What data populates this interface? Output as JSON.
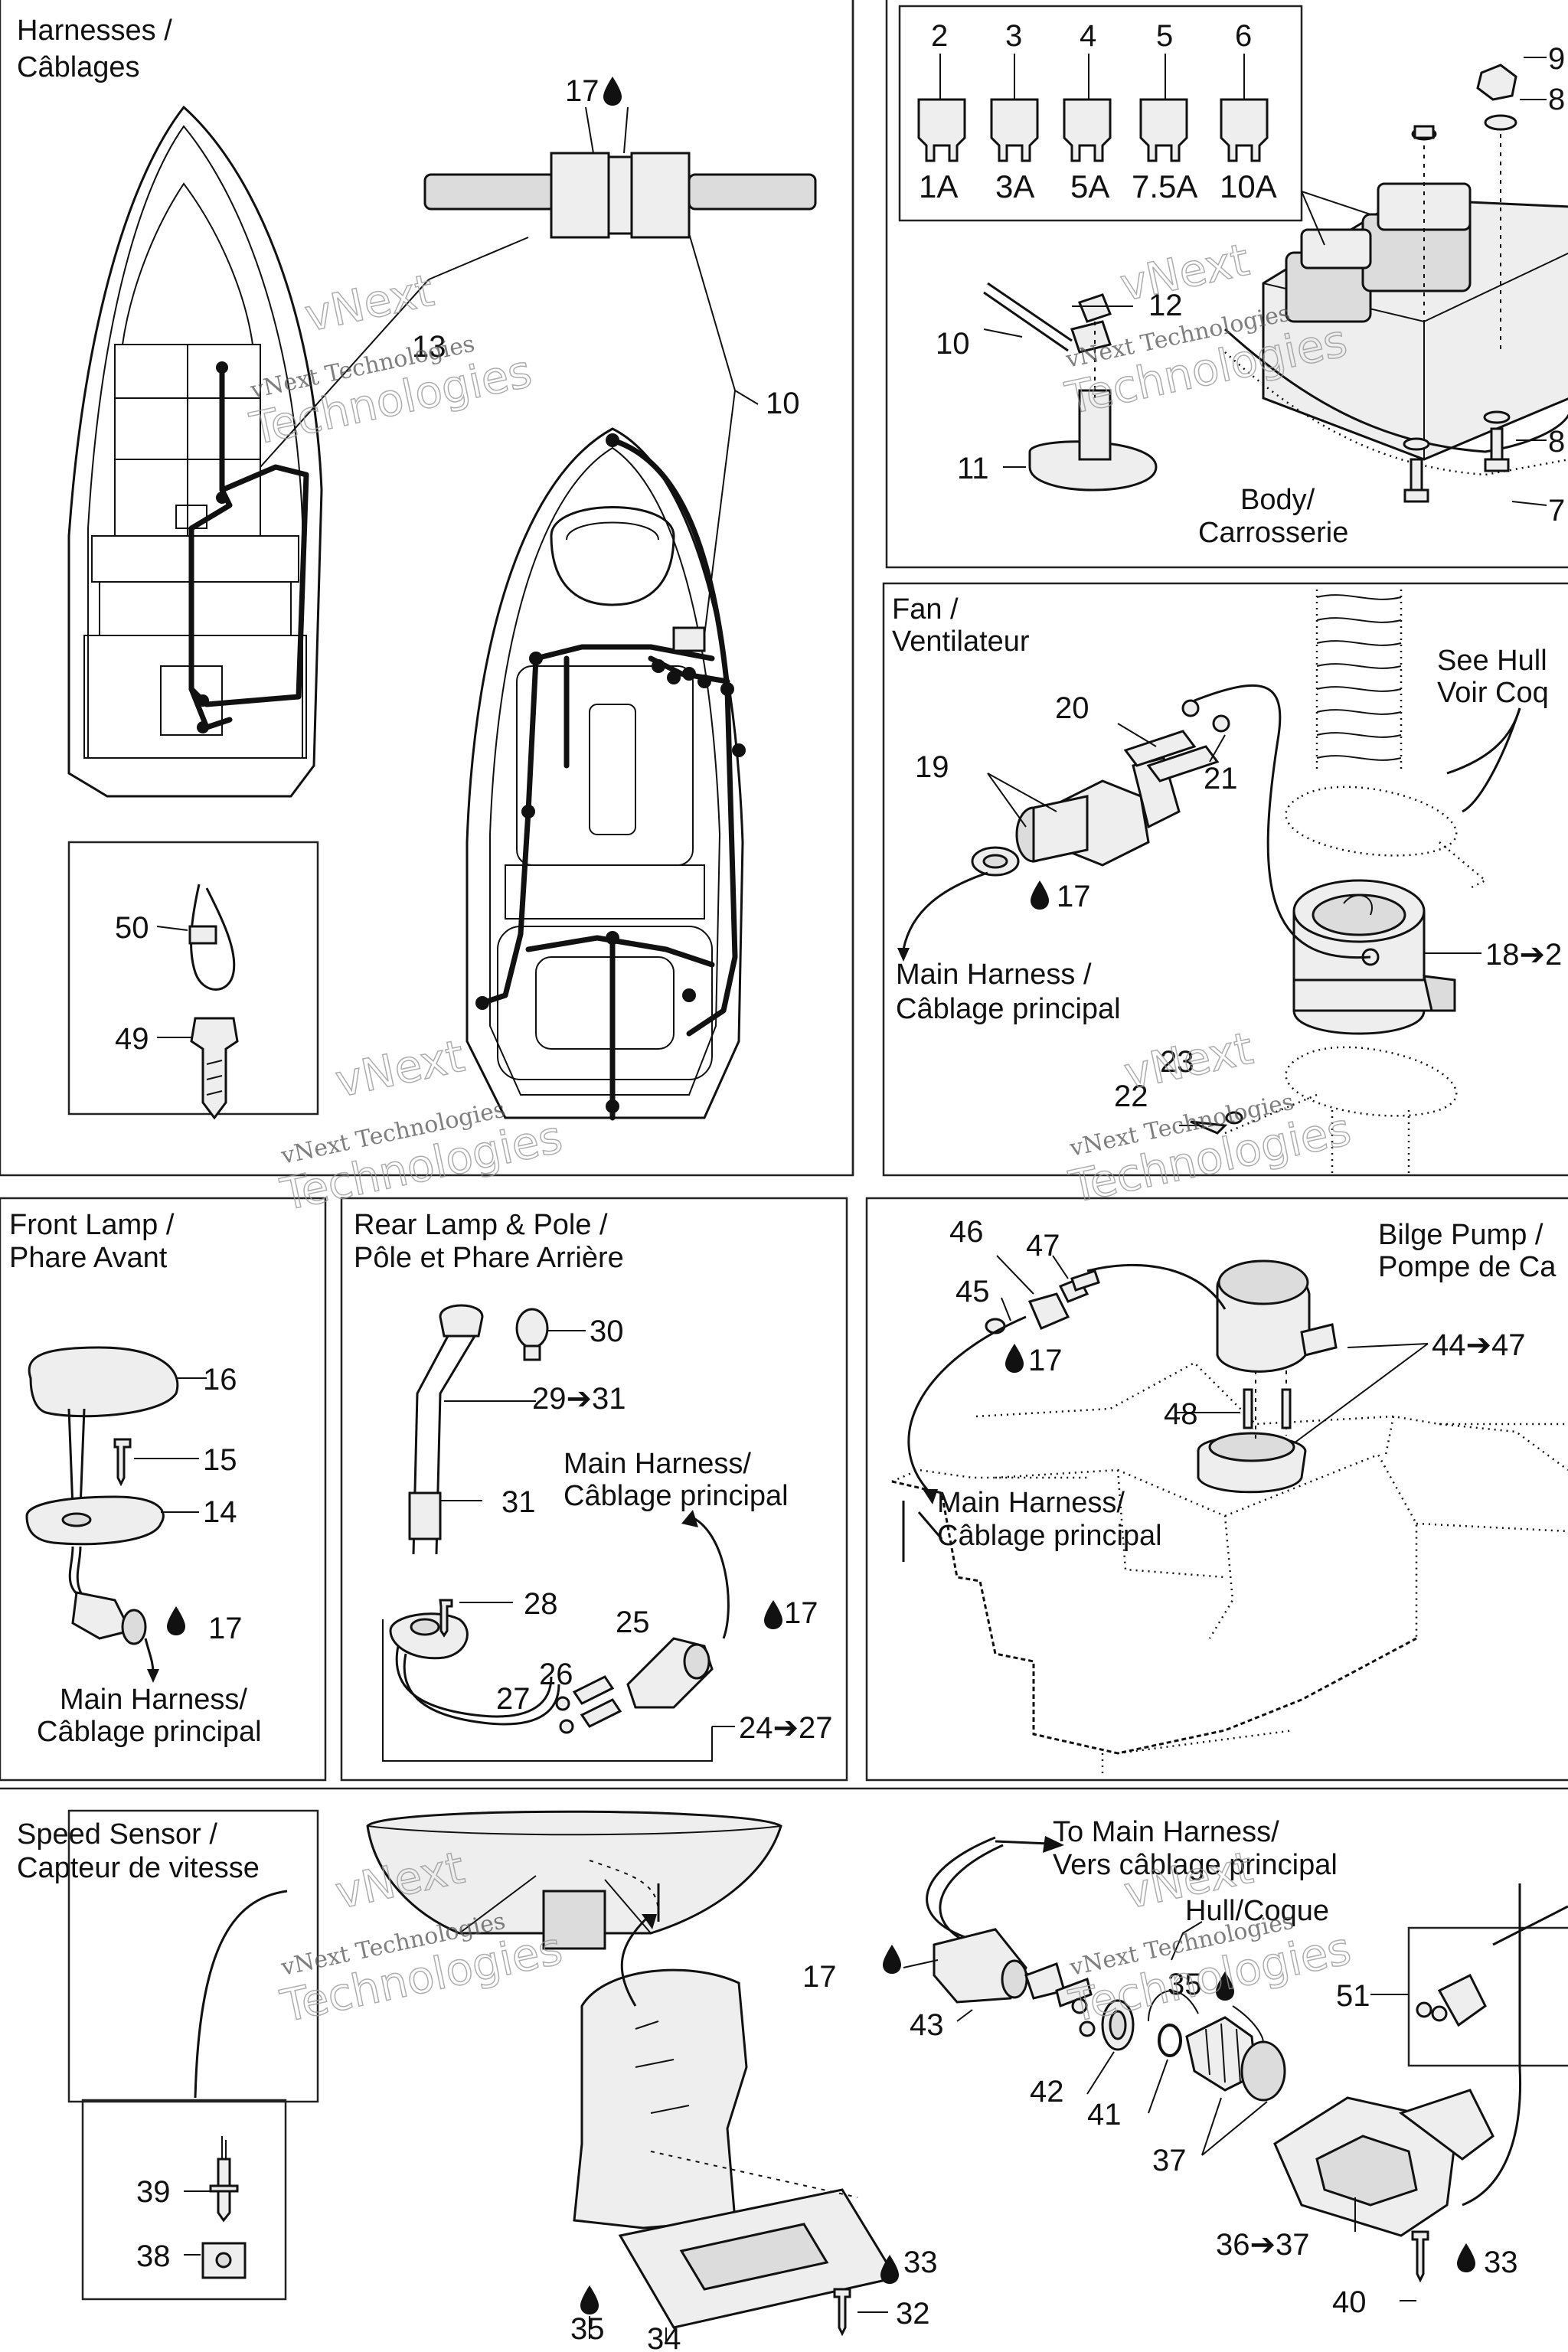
{
  "sections": {
    "harnesses": {
      "title": [
        "Harnesses /",
        "Câblages"
      ]
    },
    "fuses": {
      "ratings": [
        "1A",
        "3A",
        "5A",
        "7.5A",
        "10A"
      ],
      "body_label": [
        "Body/",
        "Carrosserie"
      ]
    },
    "fan": {
      "title": [
        "Fan /",
        "Ventilateur"
      ],
      "see_hull": [
        "See Hull",
        "Voir Coq"
      ],
      "main_harness": [
        "Main Harness /",
        "Câblage principal"
      ]
    },
    "front_lamp": {
      "title": [
        "Front Lamp /",
        "Phare Avant"
      ],
      "main_harness": [
        "Main Harness/",
        "Câblage principal"
      ]
    },
    "rear_lamp": {
      "title": [
        "Rear Lamp & Pole /",
        "Pôle et Phare Arrière"
      ],
      "main_harness": [
        "Main Harness/",
        "Câblage principal"
      ]
    },
    "bilge_pump": {
      "title": [
        "Bilge Pump /",
        "Pompe de Ca"
      ],
      "main_harness": [
        "Main Harness/",
        "Câblage principal"
      ]
    },
    "speed_sensor": {
      "title": [
        "Speed Sensor /",
        "Capteur de vitesse"
      ],
      "to_main": [
        "To Main Harness/",
        "Vers câblage principal"
      ],
      "hull": "Hull/Coque"
    }
  },
  "callouts": {
    "c17a": "17",
    "c13": "13",
    "c10a": "10",
    "c50": "50",
    "c49": "49",
    "c2": "2",
    "c3": "3",
    "c4": "4",
    "c5": "5",
    "c6": "6",
    "c9": "9",
    "c8a": "8",
    "c12": "12",
    "c10b": "10",
    "c11": "11",
    "c8b": "8",
    "c7": "7",
    "c20": "20",
    "c19": "19",
    "c21": "21",
    "c17b": "17",
    "c18": "18➔2",
    "c23": "23",
    "c22": "22",
    "c16": "16",
    "c15": "15",
    "c14": "14",
    "c17c": "17",
    "c30": "30",
    "c2931": "29➔31",
    "c31": "31",
    "c28": "28",
    "c25": "25",
    "c17d": "17",
    "c26": "26",
    "c27": "27",
    "c2427": "24➔27",
    "c46": "46",
    "c47": "47",
    "c45": "45",
    "c17e": "17",
    "c4447": "44➔47",
    "c48": "48",
    "c17f": "17",
    "c43": "43",
    "c35a": "35",
    "c42": "42",
    "c41": "41",
    "c37": "37",
    "c51": "51",
    "c3637": "36➔37",
    "c40": "40",
    "c33a": "33",
    "c33b": "33",
    "c32": "32",
    "c34": "34",
    "c35b": "35",
    "c39": "39",
    "c38": "38"
  },
  "watermark": {
    "line1": "vNext",
    "line2": "vNext Technologies",
    "line3": "Technologies"
  }
}
